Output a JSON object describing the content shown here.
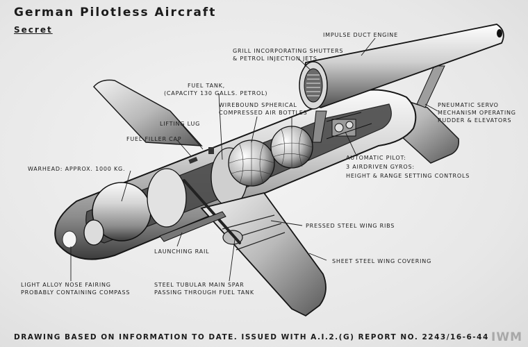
{
  "heading": {
    "title": "German Pilotless Aircraft",
    "classification": "Secret"
  },
  "labels": {
    "impulse_duct_engine": "Impulse duct engine",
    "grill_line1": "Grill incorporating shutters",
    "grill_line2": "& petrol injection jets",
    "fuel_tank_line1": "Fuel tank,",
    "fuel_tank_line2": "(Capacity 130 galls. Petrol)",
    "air_bottles_line1": "Wirebound spherical",
    "air_bottles_line2": "compressed air bottles",
    "lifting_lug": "Lifting lug",
    "fuel_filler_cap": "Fuel filler cap",
    "servo_line1": "Pneumatic servo",
    "servo_line2": "mechanism operating",
    "servo_line3": "rudder & elevators",
    "warhead": "Warhead: Approx. 1000 Kg.",
    "autopilot_line1": "Automatic pilot:",
    "autopilot_line2": "3 airdriven gyros:",
    "autopilot_line3": "height & range setting controls",
    "wing_ribs": "Pressed steel wing ribs",
    "launching_rail": "Launching rail",
    "wing_covering": "Sheet steel wing covering",
    "nose_line1": "Light alloy nose fairing",
    "nose_line2": "probably containing compass",
    "spar_line1": "Steel tubular main spar",
    "spar_line2": "passing through fuel tank"
  },
  "footer": "Drawing based on information to date.   Issued with A.I.2.(g) Report No. 2243/16-6-44",
  "watermark": "IWM"
}
